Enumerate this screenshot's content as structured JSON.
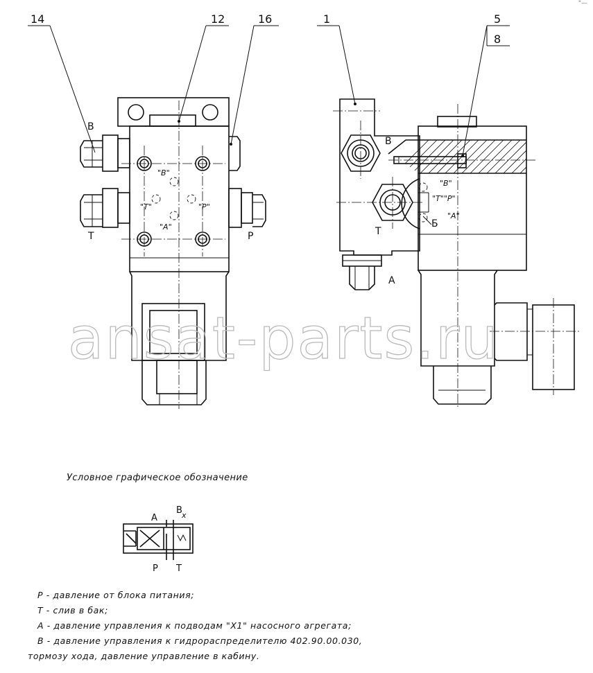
{
  "corner_mark": "\"—",
  "watermark": "ansat-parts.ru",
  "callouts": [
    "14",
    "12",
    "16",
    "1",
    "5",
    "8"
  ],
  "left_view": {
    "ports": {
      "B": "B",
      "T": "T",
      "P": "P"
    },
    "face_marks": {
      "B": "\"B\"",
      "T": "\"T\"",
      "P": "\"P\"",
      "A": "\"A\""
    }
  },
  "right_view": {
    "ports": {
      "B": "B",
      "T": "T",
      "A": "A"
    },
    "face_marks": {
      "B": "\"B\"",
      "TP": "\"T\"\"P\"",
      "A": "\"A\""
    },
    "section_mark": "Б"
  },
  "symbol": {
    "caption": "Условное графическое обозначение",
    "ports": {
      "A": "A",
      "B": "B",
      "P": "P",
      "T": "T"
    }
  },
  "legend": [
    "P - давление от блока питания;",
    "T - слив в бак;",
    "A - давление управления к подводам \"X1\" насосного агрегата;",
    "B - давление управления к гидрораспределителю 402.90.00.030,",
    "тормозу хода, давление управление в кабину."
  ]
}
